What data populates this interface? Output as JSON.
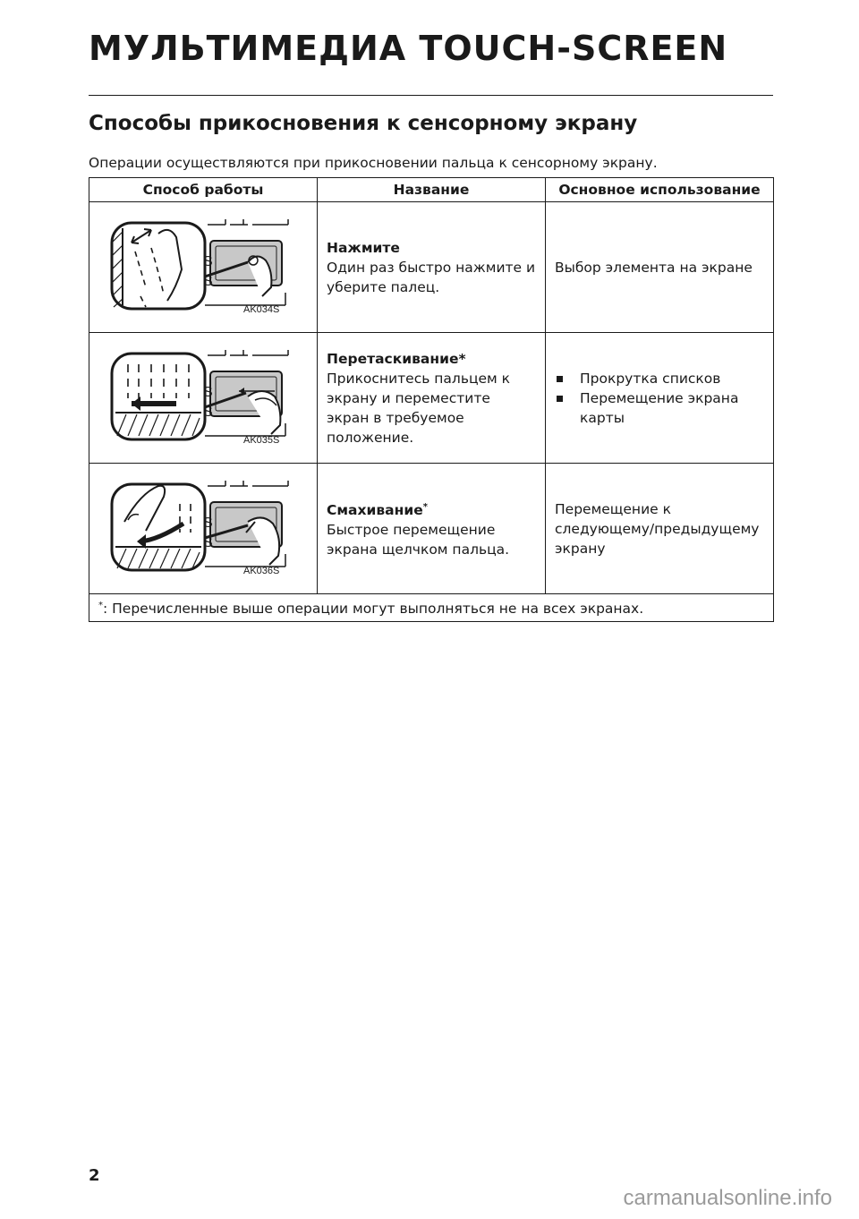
{
  "header": {
    "title": "МУЛЬТИМЕДИА TOUCH-SCREEN"
  },
  "section": {
    "heading": "Способы прикосновения к сенсорному экрану",
    "intro": "Операции осуществляются при прикосновении пальца к сенсорному экрану."
  },
  "table": {
    "columns": [
      "Способ работы",
      "Название",
      "Основное использование"
    ],
    "rows": [
      {
        "figure_code": "AK034S",
        "figure_icon": "tap-gesture-icon",
        "name": "Нажмите",
        "name_star": "",
        "description": "Один раз быстро нажмите и уберите палец.",
        "usage": "Выбор элемента на экране"
      },
      {
        "figure_code": "AK035S",
        "figure_icon": "drag-gesture-icon",
        "name": "Перетаскивание*",
        "name_star": "",
        "description": "Прикоснитесь пальцем к экрану и переместите экран в требуемое положение.",
        "usage_items": [
          "Прокрутка списков",
          "Перемещение экрана карты"
        ]
      },
      {
        "figure_code": "AK036S",
        "figure_icon": "flick-gesture-icon",
        "name": "Смахивание",
        "name_star": "*",
        "description": "Быстрое перемещение экрана щелчком пальца.",
        "usage": "Перемещение к следующему/предыдущему экрану"
      }
    ],
    "footnote_mark": "*",
    "footnote": ": Перечисленные выше операции могут выполняться не на всех экранах."
  },
  "page_number": "2",
  "watermark": "carmanualsonline.info"
}
